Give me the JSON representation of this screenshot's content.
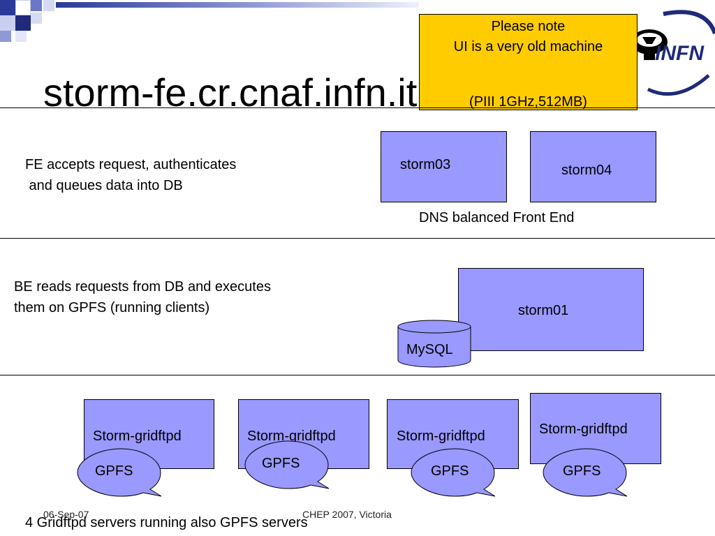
{
  "slide": {
    "title": "storm-fe.cr.cnaf.infn.it",
    "note": {
      "line1": "Please note",
      "line2": "UI is a very old machine",
      "line3": "(PIII 1GHz,512MB)"
    },
    "logo_text": "INFN",
    "fe_section": {
      "description_line1": "FE accepts request, authenticates",
      "description_line2": " and queues data into DB",
      "nodes": [
        "storm03",
        "storm04"
      ],
      "caption": "DNS balanced Front End"
    },
    "be_section": {
      "description_line1": "BE reads requests from DB and executes",
      "description_line2": "them on GPFS (running clients)",
      "node": "storm01",
      "db": "MySQL"
    },
    "gridftp_section": {
      "servers": [
        {
          "label": "Storm-gridftpd",
          "fs": "GPFS"
        },
        {
          "label": "Storm-gridftpd",
          "fs": "GPFS"
        },
        {
          "label": "Storm-gridftpd",
          "fs": "GPFS"
        },
        {
          "label": "Storm-gridftpd",
          "fs": "GPFS"
        }
      ],
      "caption": "4 Gridftpd servers running also GPFS servers"
    },
    "footer": {
      "date": "06-Sep-07",
      "event": "CHEP 2007, Victoria"
    },
    "colors": {
      "node_fill": "#9999ff",
      "note_fill": "#ffcc00",
      "header_squares": "#1f2a7a"
    }
  }
}
